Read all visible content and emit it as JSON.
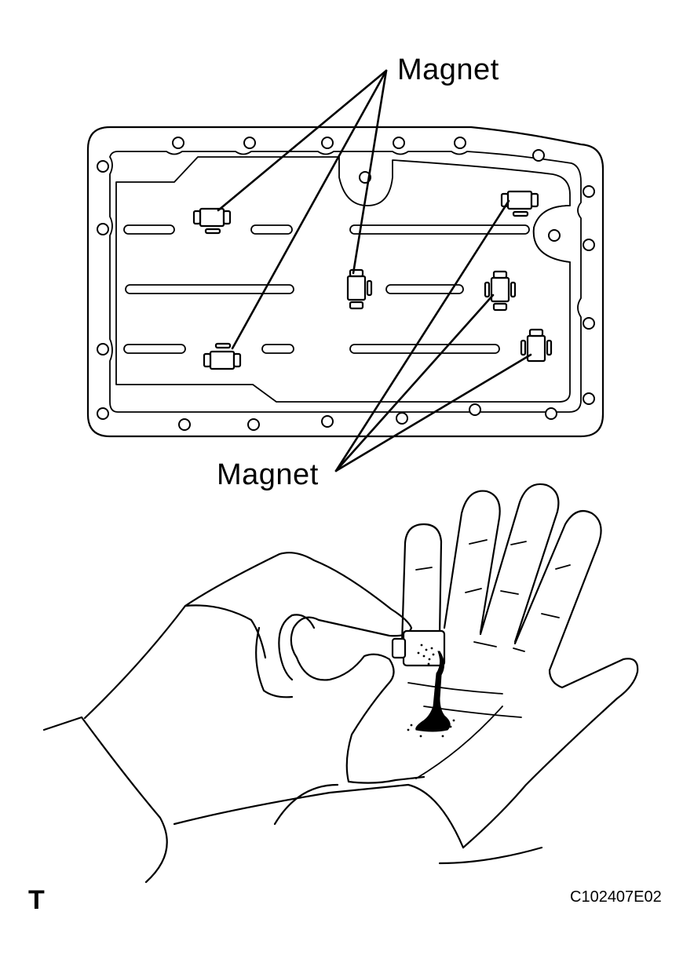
{
  "labels": {
    "magnet_top": "Magnet",
    "magnet_bottom": "Magnet",
    "corner_mark": "T",
    "figure_code": "C102407E02"
  },
  "colors": {
    "ink": "#000000",
    "background": "#ffffff"
  },
  "magnet_counts": {
    "top_group": 3,
    "bottom_group": 3
  }
}
